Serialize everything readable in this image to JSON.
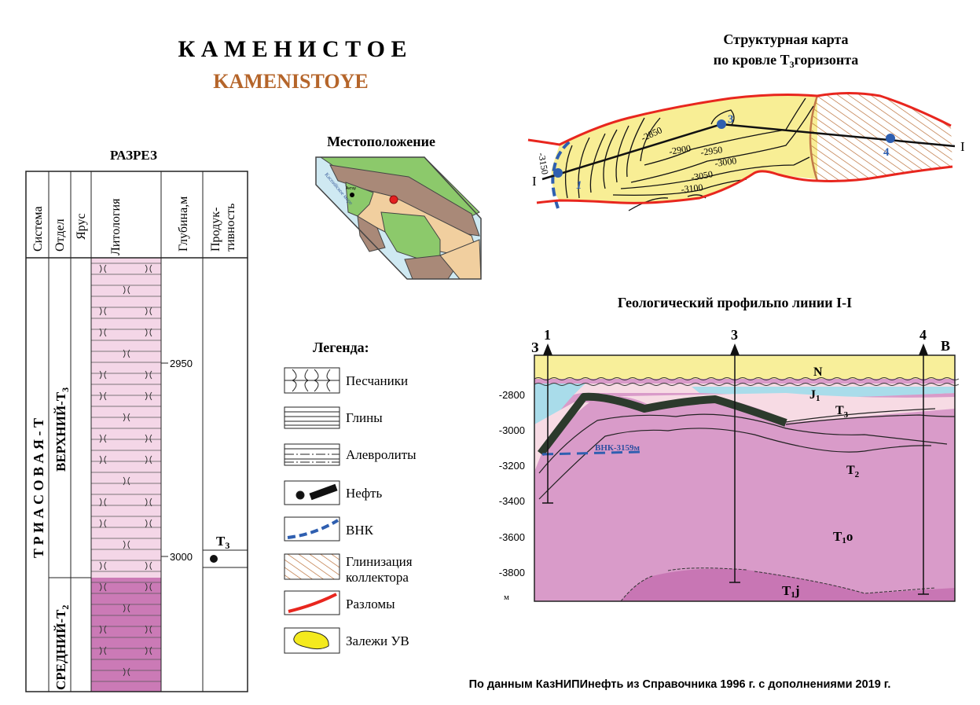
{
  "title": {
    "ru": "К А М Е Н И С Т О Е",
    "en": "KAMENISTOYE"
  },
  "section": {
    "heading": "РАЗРЕЗ",
    "columns": [
      "Система",
      "Отдел",
      "Ярус",
      "Литология",
      "Глубина,м",
      "Продук-",
      "тивность"
    ],
    "system": "Т Р И А С О В А Я - Т",
    "series_upper": "ВЕРХНИЙ-Т",
    "series_upper_sub": "3",
    "series_middle": "СРЕДНИЙ-Т",
    "series_middle_sub": "2",
    "depths": [
      "2950",
      "3000"
    ],
    "productive_horizon": "Т",
    "productive_horizon_sub": "3"
  },
  "location": {
    "title": "Местоположение",
    "city": "Актау",
    "sea": "Каспийское море"
  },
  "legend": {
    "title": "Легенда:",
    "items": [
      "Песчаники",
      "Глины",
      "Алевролиты",
      "Нефть",
      "ВНК",
      "Глинизация",
      "коллектора",
      "Разломы",
      "Залежи УВ"
    ]
  },
  "structure_map": {
    "title1": "Структурная карта",
    "title2a": "по кровле Т",
    "title2sub": "3",
    "title2b": "горизонта",
    "contours": [
      "-2850",
      "-2900",
      "-2950",
      "-3000",
      "-3050",
      "-3100",
      "-3150"
    ],
    "wells": [
      "1",
      "3",
      "4"
    ],
    "line_label": "I"
  },
  "profile": {
    "title": "Геологический профильпо линии I-I",
    "west": "З",
    "east": "В",
    "wells": [
      "1",
      "3",
      "4"
    ],
    "depth_ticks": [
      "-2800",
      "-3000",
      "-3200",
      "-3400",
      "-3600",
      "-3800"
    ],
    "unit": "м",
    "layers": {
      "N": "N",
      "J": "J",
      "J_sub": "1",
      "T3": "T",
      "T3_sub": "3",
      "T2": "T",
      "T2_sub": "2",
      "T1o": "T",
      "T1o_sub": "1",
      "T1o_suf": "o",
      "T1j": "T",
      "T1j_sub": "1",
      "T1j_suf": "j"
    },
    "owc": "ВНК-3159м"
  },
  "footer": "По данным КазНИПИнефть из Справочника 1996 г. с дополнениями 2019 г.",
  "colors": {
    "brand": "#b5652a",
    "oil_field": "#f7ec8c",
    "fault": "#e8261e",
    "owc": "#2f5fb0",
    "pink_light": "#f4d6e7",
    "pink_dark": "#cb7ab6"
  }
}
